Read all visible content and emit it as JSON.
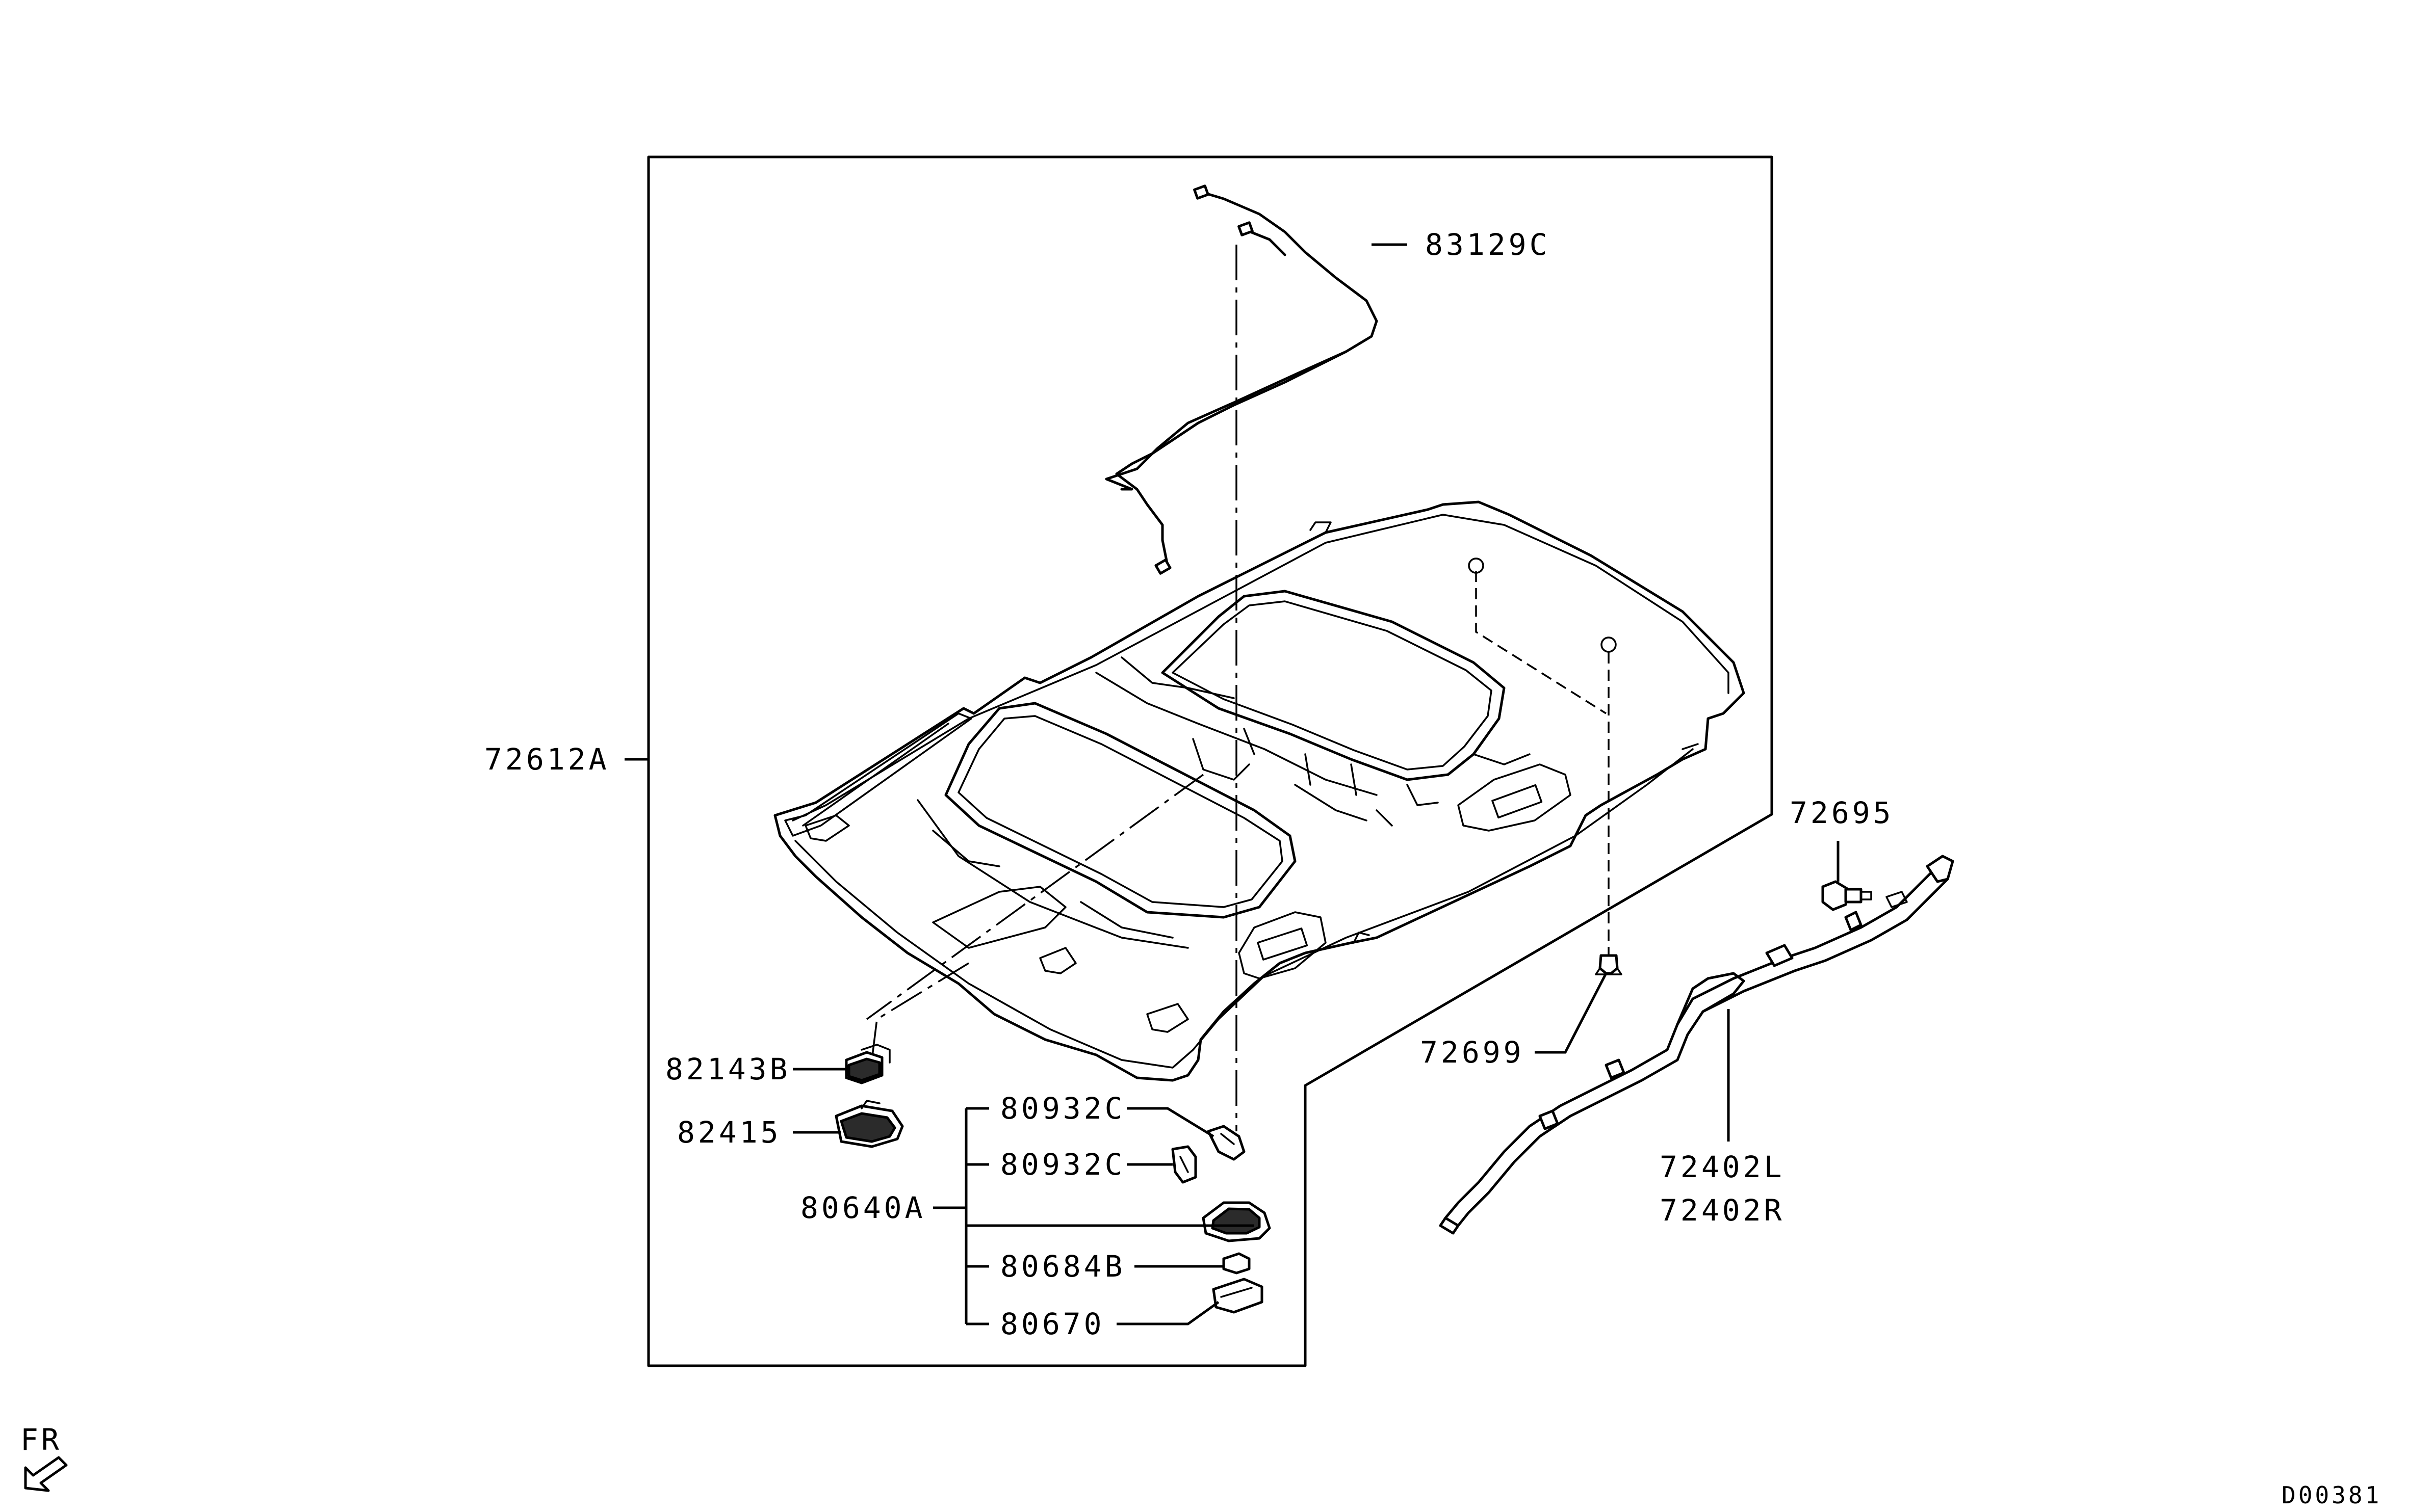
{
  "labels": {
    "wire_harness": "83129C",
    "headlining": "72612A",
    "clip_72695": "72695",
    "clip_72699": "72699",
    "curtain_airbag_l": "72402L",
    "curtain_airbag_r": "72402R",
    "lamp_82143b": "82143B",
    "lamp_82415": "82415",
    "bracket_1": "80932C",
    "bracket_2": "80932C",
    "dome_lamp_assy": "80640A",
    "bulb": "80684B",
    "lens": "80670"
  },
  "orientation": {
    "front_label": "FR"
  },
  "drawing_number": "D00381"
}
